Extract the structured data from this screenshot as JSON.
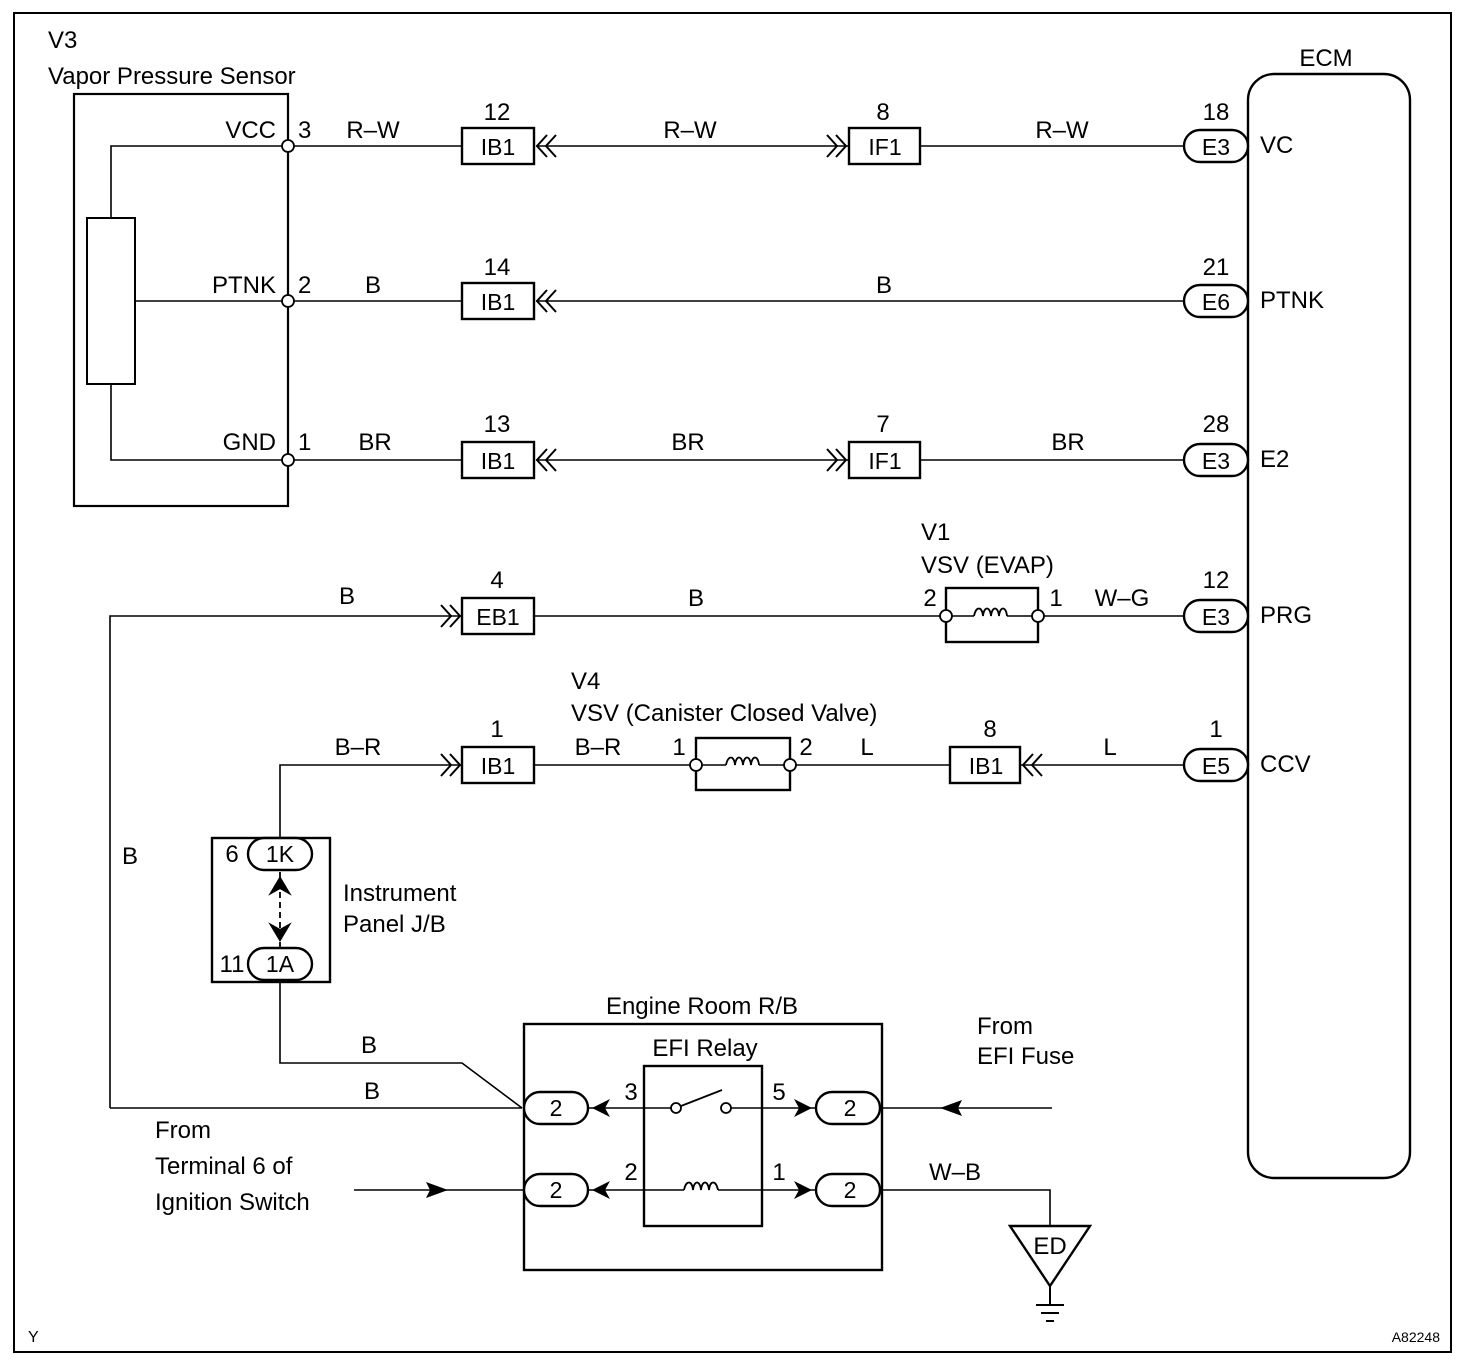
{
  "figure_id": "A82248",
  "corner_mark": "Y",
  "vapor_sensor": {
    "code": "V3",
    "name": "Vapor Pressure Sensor",
    "pins": [
      {
        "label": "VCC",
        "num": "3"
      },
      {
        "label": "PTNK",
        "num": "2"
      },
      {
        "label": "GND",
        "num": "1"
      }
    ]
  },
  "ecm": {
    "title": "ECM",
    "terminals": [
      {
        "num": "18",
        "connector": "E3",
        "signal": "VC"
      },
      {
        "num": "21",
        "connector": "E6",
        "signal": "PTNK"
      },
      {
        "num": "28",
        "connector": "E3",
        "signal": "E2"
      },
      {
        "num": "12",
        "connector": "E3",
        "signal": "PRG"
      },
      {
        "num": "1",
        "connector": "E5",
        "signal": "CCV"
      }
    ]
  },
  "connectors": {
    "ib1_12": {
      "num": "12",
      "code": "IB1"
    },
    "if1_8": {
      "num": "8",
      "code": "IF1"
    },
    "ib1_14": {
      "num": "14",
      "code": "IB1"
    },
    "ib1_13": {
      "num": "13",
      "code": "IB1"
    },
    "if1_7": {
      "num": "7",
      "code": "IF1"
    },
    "eb1_4": {
      "num": "4",
      "code": "EB1"
    },
    "ib1_1": {
      "num": "1",
      "code": "IB1"
    },
    "ib1_8": {
      "num": "8",
      "code": "IB1"
    }
  },
  "wires": {
    "vcc_1": "R–W",
    "vcc_2": "R–W",
    "vcc_3": "R–W",
    "ptnk_1": "B",
    "ptnk_2": "B",
    "gnd_1": "BR",
    "gnd_2": "BR",
    "gnd_3": "BR",
    "prg_1": "B",
    "prg_2": "B",
    "prg_3": "W–G",
    "ccv_1": "B–R",
    "ccv_2": "B–R",
    "ccv_3": "L",
    "ccv_4": "L",
    "left_b": "B",
    "jb_b": "B",
    "relay_b": "B",
    "ground_wb": "W–B"
  },
  "vsv_evap": {
    "code": "V1",
    "name": "VSV (EVAP)",
    "pin_left": "2",
    "pin_right": "1"
  },
  "vsv_ccv": {
    "code": "V4",
    "name": "VSV (Canister Closed Valve)",
    "pin_left": "1",
    "pin_right": "2"
  },
  "junction_block": {
    "title_line1": "Instrument",
    "title_line2": "Panel J/B",
    "top": {
      "pin": "6",
      "code": "1K"
    },
    "bottom": {
      "pin": "11",
      "code": "1A"
    }
  },
  "relay_block": {
    "title": "Engine Room R/B",
    "relay_title": "EFI Relay",
    "conn_tl": "2",
    "conn_tr": "2",
    "conn_bl": "2",
    "conn_br": "2",
    "pin_3": "3",
    "pin_5": "5",
    "pin_2": "2",
    "pin_1": "1"
  },
  "notes": {
    "efi_fuse_1": "From",
    "efi_fuse_2": "EFI Fuse",
    "ign_1": "From",
    "ign_2": "Terminal 6 of",
    "ign_3": "Ignition Switch"
  },
  "ground": {
    "code": "ED"
  }
}
